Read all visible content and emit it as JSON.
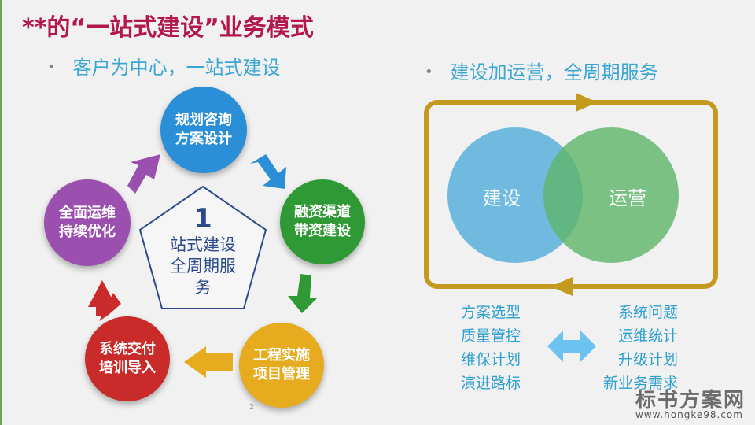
{
  "title": "**的“一站式建设”业务模式",
  "left": {
    "bullet": "客户为中心，一站式建设",
    "center_number": "1",
    "center_text": [
      "站式建设",
      "全周期服",
      "务"
    ],
    "steps": [
      {
        "lines": [
          "规划咨询",
          "方案设计"
        ],
        "color": "#2a8fd6"
      },
      {
        "lines": [
          "融资渠道",
          "带资建设"
        ],
        "color": "#2f9a35"
      },
      {
        "lines": [
          "工程实施",
          "项目管理"
        ],
        "color": "#e6ab1e"
      },
      {
        "lines": [
          "系统交付",
          "培训导入"
        ],
        "color": "#c92a2a"
      },
      {
        "lines": [
          "全面运维",
          "持续优化"
        ],
        "color": "#9b4fae"
      }
    ]
  },
  "right": {
    "bullet": "建设加运营，全周期服务",
    "venn_left": "建设",
    "venn_right": "运营",
    "left_list": [
      "方案选型",
      "质量管控",
      "维保计划",
      "演进路标"
    ],
    "right_list": [
      "系统问题",
      "运维统计",
      "升级计划",
      "新业务需求"
    ]
  },
  "page_number": "2",
  "watermark": {
    "name": "标书方案网",
    "url": "www.hongke98.com"
  }
}
